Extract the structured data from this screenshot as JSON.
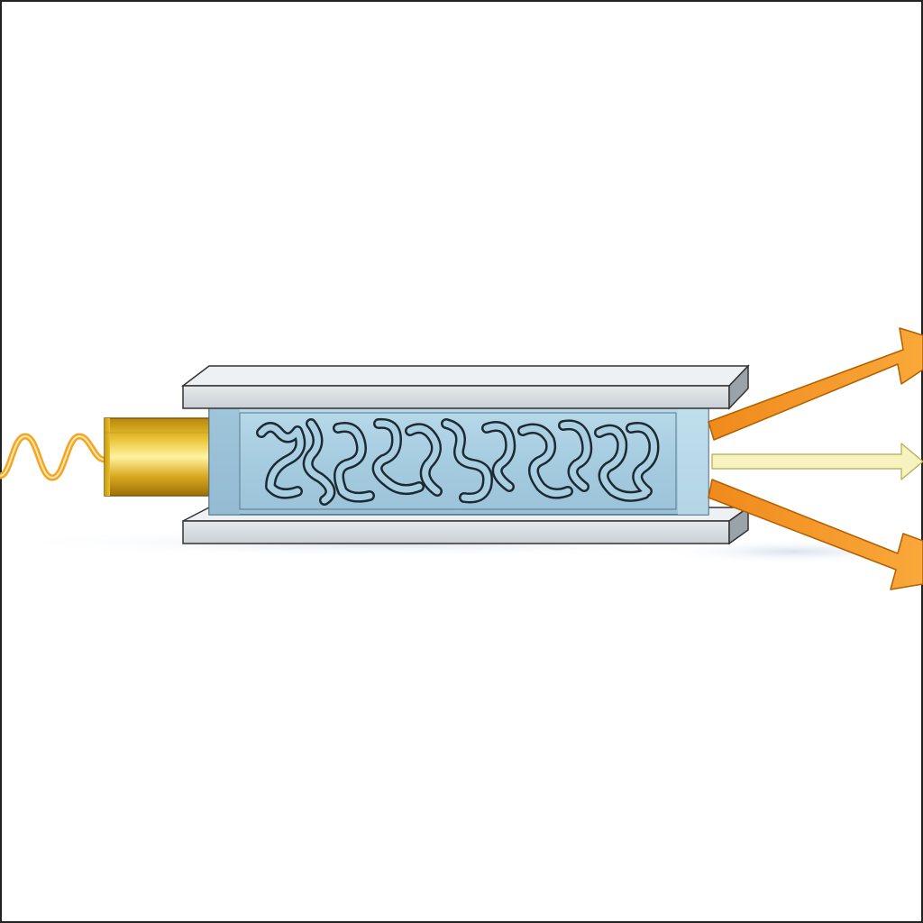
{
  "diagram": {
    "components": [
      {
        "id": "input-wave",
        "icon": "sine-wave-icon",
        "color": "#F5A524"
      },
      {
        "id": "input-coupler",
        "icon": "gold-cylinder-icon",
        "color": "#D4A017"
      },
      {
        "id": "top-plate",
        "icon": "gray-plate-icon",
        "color": "#D3D8DC"
      },
      {
        "id": "bottom-plate",
        "icon": "gray-plate-icon",
        "color": "#D3D8DC"
      },
      {
        "id": "scattering-medium",
        "icon": "maze-pattern-icon",
        "color": "#A9CFE3"
      },
      {
        "id": "output-beam-upper",
        "icon": "orange-arrow-icon",
        "color": "#F7931E"
      },
      {
        "id": "output-beam-center",
        "icon": "pale-yellow-arrow-icon",
        "color": "#F4F1B8"
      },
      {
        "id": "output-beam-lower",
        "icon": "orange-arrow-icon",
        "color": "#F7931E"
      }
    ]
  }
}
